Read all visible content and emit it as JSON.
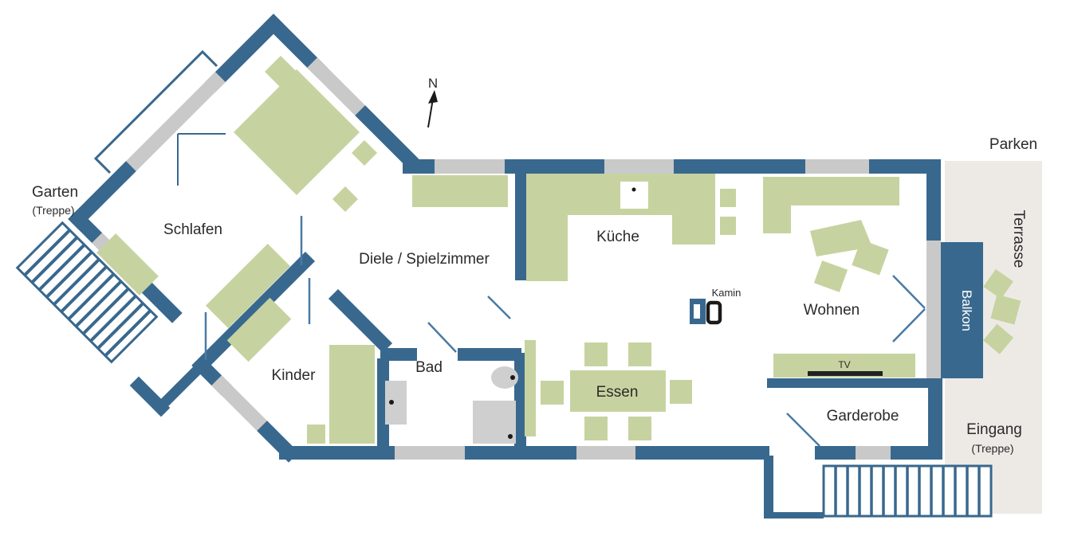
{
  "plan": {
    "type": "apartment-floor-plan",
    "language": "de",
    "rooms": [
      "Schlafen",
      "Kinder",
      "Bad",
      "Diele / Spielzimmer",
      "Küche",
      "Essen",
      "Wohnen",
      "Garderobe"
    ],
    "outdoor_areas": [
      "Garten (Treppe)",
      "Terrasse",
      "Balkon",
      "Parken",
      "Eingang (Treppe)"
    ],
    "features": [
      "Kamin",
      "TV",
      "Garten-Treppe",
      "Eingangs-Treppe",
      "Nordpfeil"
    ]
  },
  "labels": {
    "schlafen": "Schlafen",
    "kinder": "Kinder",
    "bad": "Bad",
    "diele": "Diele / Spielzimmer",
    "kueche": "Küche",
    "essen": "Essen",
    "wohnen": "Wohnen",
    "garderobe": "Garderobe",
    "balkon": "Balkon",
    "terrasse": "Terrasse",
    "parken": "Parken",
    "garten": "Garten",
    "garten_sub": "(Treppe)",
    "eingang": "Eingang",
    "eingang_sub": "(Treppe)",
    "kamin": "Kamin",
    "tv": "TV",
    "north": "N"
  },
  "colors": {
    "wall": "#39688e",
    "door_line": "#4a7aa5",
    "furniture": "#c6d3a0",
    "window": "#c9c9c9",
    "fixture": "#cfcfcf",
    "outdoor": "#edeae6",
    "text": "#2a2a2a",
    "tv_screen": "#222222",
    "kamin_stove": "#1a1a1a"
  }
}
